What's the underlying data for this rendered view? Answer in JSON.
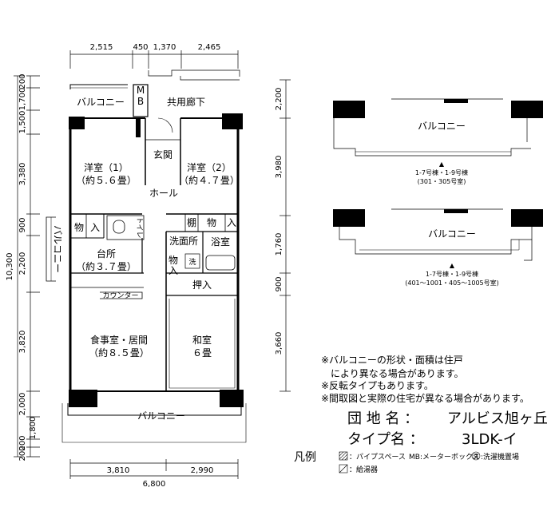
{
  "dims": {
    "top": [
      "2,515",
      "450",
      "1,370",
      "2,465"
    ],
    "left_outer": "10,300",
    "left": [
      "200",
      "1,700",
      "1,500",
      "3,380",
      "900",
      "2,200",
      "3,820",
      "2,000",
      "1,800",
      "200",
      "200"
    ],
    "right": [
      "2,200",
      "3,980",
      "1,760",
      "900",
      "3,660"
    ],
    "bottom": [
      "3,810",
      "2,990"
    ],
    "bottom_total": "6,800"
  },
  "rooms": {
    "balcony_top": "バルコニー",
    "mb": "M",
    "mb2": "B",
    "corridor": "共用廊下",
    "genkan": "玄関",
    "yoshitsu1": "洋室（1）",
    "yoshitsu1_size": "（約５.６畳）",
    "yoshitsu2": "洋室（2）",
    "yoshitsu2_size": "（約４.７畳）",
    "hall": "ホール",
    "mono1": "物",
    "iri1": "入",
    "toilet": "トイレ",
    "tana": "棚",
    "mono2": "物",
    "iri2": "入",
    "senmenjo": "洗面所",
    "yokushitsu": "浴室",
    "balcony_side": "バルコニー",
    "daidokoro": "台所",
    "daidokoro_size": "（約３.７畳）",
    "mono3": "物",
    "iri3": "入",
    "sen": "洗",
    "oshiire": "押入",
    "counter": "カウンター",
    "shokuji": "食事室・居間",
    "shokuji_size": "（約８.５畳）",
    "washitsu": "和室",
    "washitsu_size": "６畳",
    "balcony_bottom": "バルコニー"
  },
  "variants": {
    "v1_label": "バルコニー",
    "v1_line1": "1-7号棟・1-9号棟",
    "v1_line2": "(301・305号室)",
    "v2_label": "バルコニー",
    "v2_line1": "1-7号棟・1-9号棟",
    "v2_line2": "(401～1001・405～1005号室)"
  },
  "notes": [
    "※バルコニーの形状・面積は住戸",
    "　により異なる場合があります。",
    "※反転タイプもあります。",
    "※間取図と実際の住宅が異なる場合があります。"
  ],
  "info": {
    "danchi_label": "団 地 名 ：",
    "danchi_value": "アルビス旭ヶ丘",
    "type_label": "タイプ名 ：",
    "type_value": "3LDK-イ"
  },
  "legend": {
    "title": "凡例",
    "pipe": "：パイプスペース",
    "mb": "MB:メーターボックス",
    "wash_mark": "洗",
    "wash": ":洗濯機置場",
    "heater": "：給湯器"
  }
}
